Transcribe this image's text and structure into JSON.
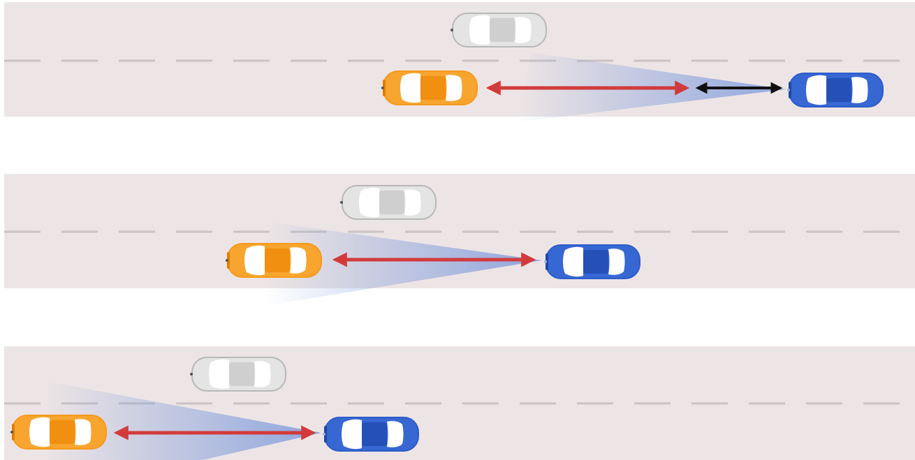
{
  "colors": {
    "road": "#ede5e5",
    "lane_marking": "#c9c3c3",
    "ego_car": "#2d5cc9",
    "lead_car": "#f59a1c",
    "adjacent_car": "#d4d4d4",
    "sensor_beam": "#8fa8e0",
    "gap_arrow": "#d23b3b",
    "extra_gap_arrow": "#111111"
  },
  "panels": [
    {
      "name": "panel-1",
      "has_extra_gap_arrow": true
    },
    {
      "name": "panel-2",
      "has_extra_gap_arrow": false
    },
    {
      "name": "panel-3",
      "has_extra_gap_arrow": false
    }
  ]
}
